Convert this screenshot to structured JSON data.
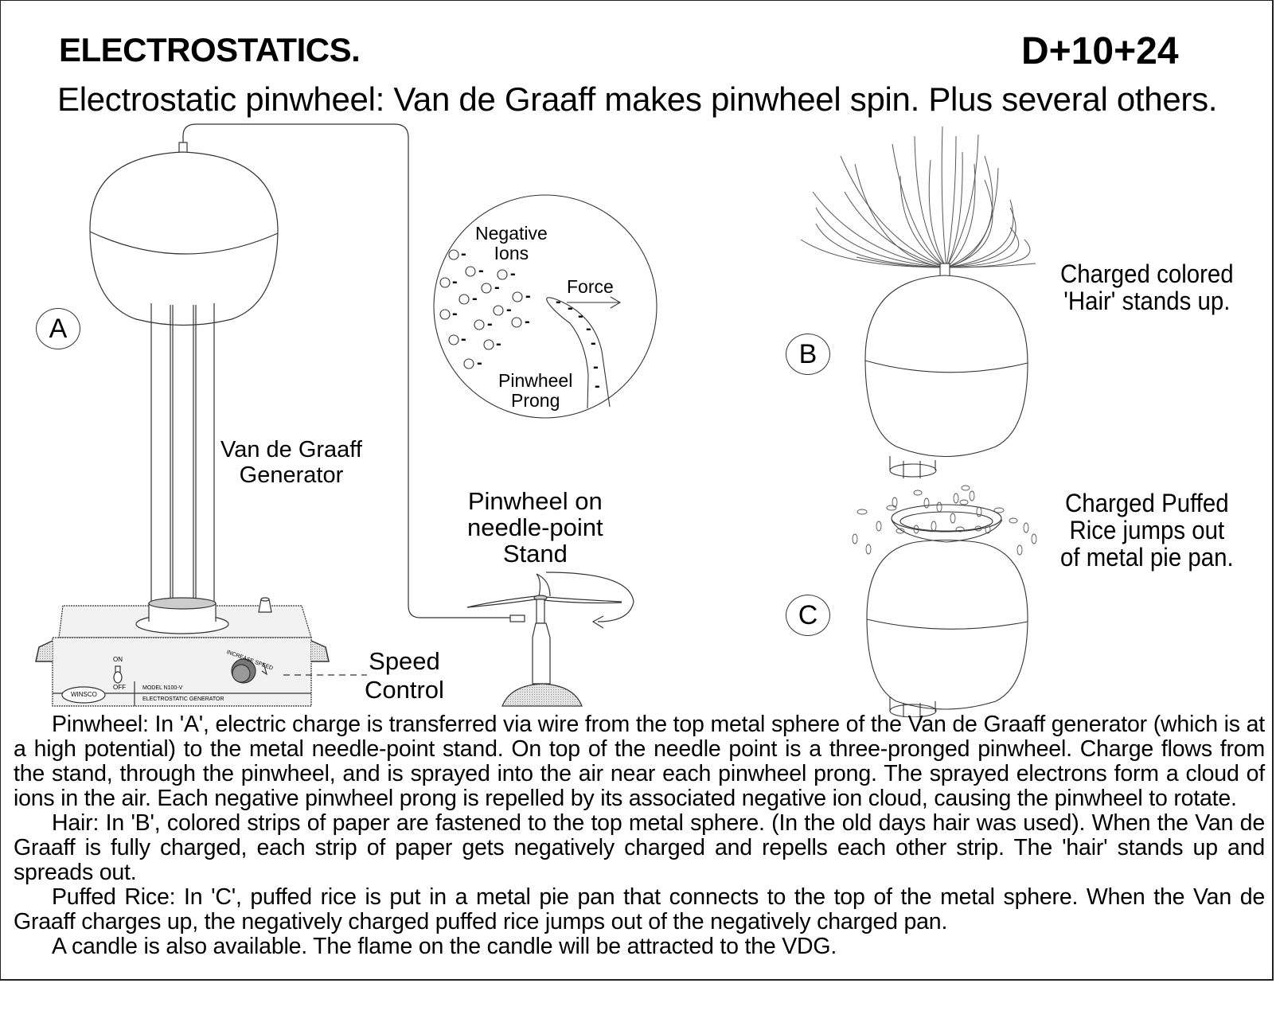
{
  "header": {
    "title": "ELECTROSTATICS.",
    "code": "D+10+24",
    "subtitle": "Electrostatic pinwheel: Van de Graaff makes pinwheel spin. Plus several others."
  },
  "figures": {
    "a": {
      "tag": "A",
      "generator_label_line1": "Van de Graaff",
      "generator_label_line2": "Generator",
      "speed_label_line1": "Speed",
      "speed_label_line2": "Control",
      "base_panel": {
        "switch_on": "ON",
        "switch_off": "OFF",
        "knob_label": "INCREASE SPEED",
        "brand": "WINSCO",
        "model": "MODEL N100-V",
        "product": "ELECTROSTATIC GENERATOR"
      }
    },
    "inset": {
      "ions_line1": "Negative",
      "ions_line2": "Ions",
      "force": "Force",
      "prong_line1": "Pinwheel",
      "prong_line2": "Prong",
      "ion_symbol": "-"
    },
    "pinwheel": {
      "label_line1": "Pinwheel on",
      "label_line2": "needle-point",
      "label_line3": "Stand"
    },
    "b": {
      "tag": "B",
      "caption_line1": "Charged colored",
      "caption_line2": "'Hair' stands up."
    },
    "c": {
      "tag": "C",
      "caption_line1": "Charged Puffed",
      "caption_line2": "Rice jumps out",
      "caption_line3": "of metal pie pan."
    }
  },
  "body": {
    "paragraphs": [
      "Pinwheel: In 'A', electric charge is transferred via wire from the top metal sphere of the Van de Graaff generator (which is at a high potential) to the metal needle-point stand. On top of the needle point is a three-pronged pinwheel. Charge flows from the stand, through the pinwheel, and is sprayed into the air near each pinwheel prong. The sprayed electrons form a cloud of ions in the air. Each negative pinwheel prong is repelled by its associated negative ion cloud, causing the pinwheel to rotate.",
      "Hair: In 'B', colored strips of paper are fastened to the top metal sphere. (In the old days hair was used). When the Van de Graaff is fully charged, each strip of paper gets negatively charged and repells each other strip. The 'hair' stands up and spreads out.",
      "Puffed Rice: In 'C', puffed rice is put in a metal pie pan that connects to the top of the metal sphere. When the Van de Graaff charges up, the negatively charged puffed rice jumps out of the negatively charged pan.",
      "A candle is also available. The flame on the candle will be attracted to the VDG."
    ]
  },
  "colors": {
    "ink": "#000000",
    "line": "#333333",
    "shade": "#d8d8d8",
    "panel": "#eeeeee"
  }
}
